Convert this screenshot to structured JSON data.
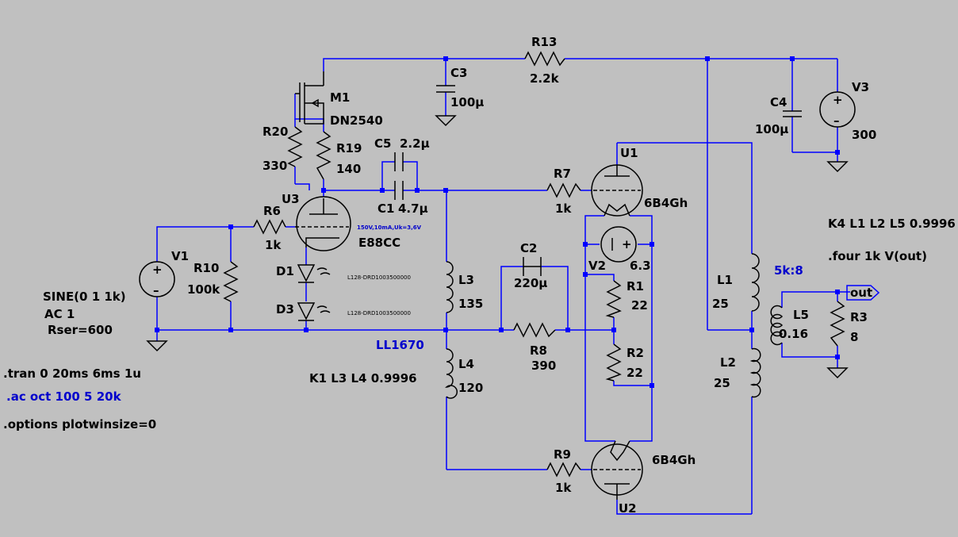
{
  "components": {
    "R13": {
      "ref": "R13",
      "value": "2.2k"
    },
    "C3": {
      "ref": "C3",
      "value": "100µ"
    },
    "C4": {
      "ref": "C4",
      "value": "100µ"
    },
    "V3": {
      "ref": "V3",
      "value": "300"
    },
    "M1": {
      "ref": "M1",
      "value": "DN2540"
    },
    "R20": {
      "ref": "R20",
      "value": "330"
    },
    "R19": {
      "ref": "R19",
      "value": "140"
    },
    "C5": {
      "ref": "C5",
      "value": "2.2µ"
    },
    "C1": {
      "ref": "C1",
      "value": "4.7µ"
    },
    "R7": {
      "ref": "R7",
      "value": "1k"
    },
    "U1": {
      "ref": "U1",
      "value": "6B4Gh"
    },
    "U2": {
      "ref": "U2",
      "value": "6B4Gh"
    },
    "U3": {
      "ref": "U3",
      "value": "E88CC",
      "note": "150V,10mA,Uk=3,6V"
    },
    "R6": {
      "ref": "R6",
      "value": "1k"
    },
    "V1": {
      "ref": "V1",
      "line1": "SINE(0 1 1k)",
      "line2": "AC 1",
      "line3": "Rser=600"
    },
    "R10": {
      "ref": "R10",
      "value": "100k"
    },
    "D1": {
      "ref": "D1",
      "value": "L128-DRD1003500000"
    },
    "D3": {
      "ref": "D3",
      "value": "L128-DRD1003500000"
    },
    "L3": {
      "ref": "L3",
      "value": "135"
    },
    "L4": {
      "ref": "L4",
      "value": "120"
    },
    "C2": {
      "ref": "C2",
      "value": "220µ"
    },
    "R8": {
      "ref": "R8",
      "value": "390"
    },
    "V2": {
      "ref": "V2",
      "value": "6.3"
    },
    "R1": {
      "ref": "R1",
      "value": "22"
    },
    "R2": {
      "ref": "R2",
      "value": "22"
    },
    "L1": {
      "ref": "L1",
      "value": "25"
    },
    "L2": {
      "ref": "L2",
      "value": "25"
    },
    "L5": {
      "ref": "L5",
      "value": "0.16"
    },
    "R3": {
      "ref": "R3",
      "value": "8"
    },
    "R9": {
      "ref": "R9",
      "value": "1k"
    }
  },
  "labels": {
    "ll1670": "LL1670",
    "ratio": "5k:8",
    "out": "out"
  },
  "directives": {
    "tran": ".tran 0 20ms 6ms 1u",
    "ac": ".ac oct 100 5 20k",
    "options": ".options plotwinsize=0",
    "k1": "K1 L3 L4 0.9996",
    "k4": "K4 L1 L2 L5 0.9996",
    "four": ".four 1k V(out)"
  },
  "colors": {
    "background": "#c0c0c0",
    "wire": "#0000ff",
    "component": "#000000",
    "directive_blue": "#0000cc"
  }
}
